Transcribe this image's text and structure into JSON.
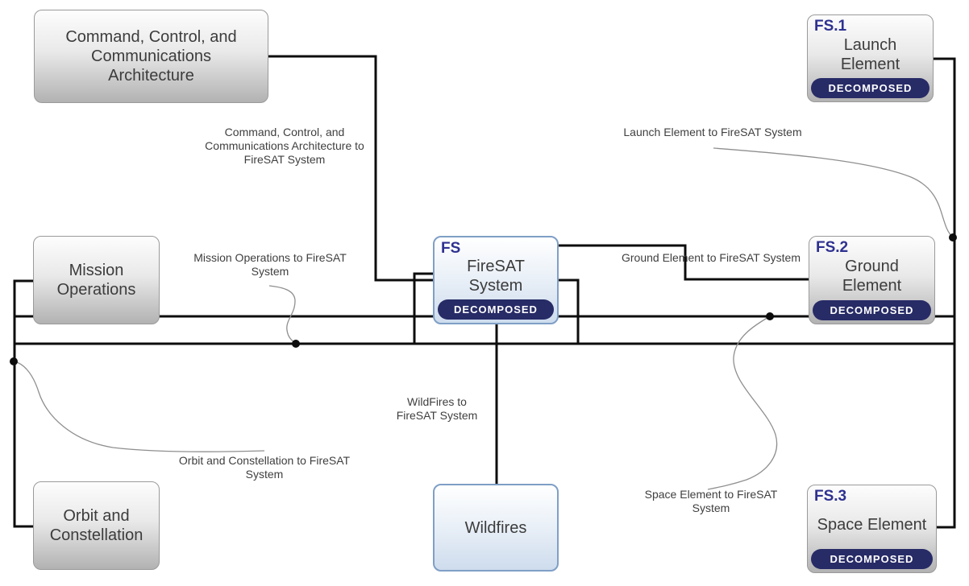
{
  "diagram": {
    "title": "FireSAT System context block diagram",
    "colors": {
      "node_gray_top": "#fdfdfd",
      "node_gray_bottom": "#b2b2b2",
      "node_gray_border": "#9a9a9a",
      "node_blue_bottom": "#cedced",
      "node_blue_border": "#7f9fc6",
      "badge_background": "#272b66",
      "badge_text": "#ffffff",
      "number_text": "#2e3190",
      "edge_line": "#0d0d0d",
      "leader_line": "#8f8f8f",
      "label_text": "#3f3f3f"
    },
    "nodes": {
      "c3": {
        "title": "Command, Control, and\nCommunications\nArchitecture"
      },
      "launch": {
        "number": "FS.1",
        "title": "Launch\nElement",
        "badge": "DECOMPOSED"
      },
      "mission_ops": {
        "title": "Mission\nOperations"
      },
      "firesat": {
        "number": "FS",
        "title": "FireSAT\nSystem",
        "badge": "DECOMPOSED"
      },
      "ground": {
        "number": "FS.2",
        "title": "Ground\nElement",
        "badge": "DECOMPOSED"
      },
      "orbit": {
        "title": "Orbit and\nConstellation"
      },
      "wildfires": {
        "title": "Wildfires"
      },
      "space": {
        "number": "FS.3",
        "title": "Space Element",
        "badge": "DECOMPOSED"
      }
    },
    "edge_labels": {
      "c3_to_firesat": "Command, Control, and\nCommunications Architecture to\nFireSAT System",
      "launch_to_firesat": "Launch Element to FireSAT System",
      "mission_ops_to_firesat": "Mission Operations to FireSAT\nSystem",
      "ground_to_firesat": "Ground Element to FireSAT System",
      "wildfires_to_firesat": "WildFires to\nFireSAT System",
      "orbit_to_firesat": "Orbit and Constellation to FireSAT\nSystem",
      "space_to_firesat": "Space Element to FireSAT\nSystem"
    }
  }
}
